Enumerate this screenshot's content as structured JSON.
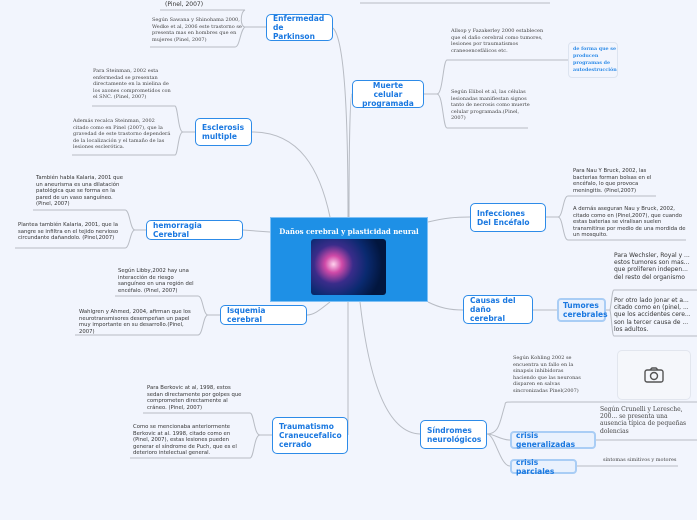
{
  "center": {
    "title": "Daños cerebral y plasticidad neural"
  },
  "branches": {
    "parkinson": {
      "label": "Enfermedad de Parkinson",
      "notes": [
        "(Pinel, 2007)",
        "Según Sawana y Shinohama 2000, Wedke et al, 2006 este trastorno se presenta mas en hombres que en mujeres (Pinel, 2007)"
      ]
    },
    "esclerosis": {
      "label": "Esclerosis multiple",
      "notes": [
        "Para Steinman, 2002 esta enfermedad se presentan directamente en la mielina de los axones comprometidos con el SNC. (Pinel, 2007)",
        "Además recalca Steinman, 2002 citado como en Pinel (2007), que la gravedad de este trastorno dependerá de la localización y el tamaño de las lesiones esclerótica."
      ]
    },
    "hemorragia": {
      "label": "hemorragia Cerebral",
      "notes": [
        "También habla Kalaria, 2001 que un aneurisma es una dilatación patológica que se forma en la pared de un vaso sanguíneo. (Pinel, 2007)",
        "Plantea también Kalaria, 2001, que la sangre se infiltra en el tejido nervioso circundante dañandolo. (Pinel,2007)"
      ]
    },
    "isquemia": {
      "label": "Isquemia cerebral",
      "notes": [
        "Según Libby,2002 hay una interacción de riesgo sanguíneo en una región del encéfalo. (Pinel, 2007)",
        "Wahlgren y Ahmed, 2004, afirman que los neurotransmisores desempeñan un papel muy importante en su desarrollo.(Pinel, 2007)"
      ]
    },
    "traumatismo": {
      "label": "Traumatismo Craneucefalico cerrado",
      "notes": [
        "Para Berkovic at al, 1998, estos sedan directamente por golpes que comprometen directamente al cráneo. (Pinel, 2007)",
        "Como se mencionaba anteriormente Berkovic at al. 1998, citado como en (Pinel, 2007), estas lesiones pueden generar el síndrome de Puch, que es el deterioro intelectual general."
      ]
    },
    "muerte": {
      "label": "Muerte celular programada",
      "notes": [
        "Allsop y Fazakerley 2000 establecen que el daño cerebral como tumores, lesiones por traumatismos craneoencefálicos etc.",
        "Según Elibol et al, las células lesionadas manifiestan signos tanto de necrosis como muerte celular programada.(Pinel, 2007)"
      ],
      "sub": "de forma que se producen programas de autodestrucción"
    },
    "infecciones": {
      "label": "Infecciones Del Encéfalo",
      "notes": [
        "Para Nau Y Bruck, 2002, las bacterias forman bolsas en el encéfalo, lo que provoca meningitis. (Pinel,2007)",
        "A demás aseguran Nau y Bruck, 2002, citado como en (Pinel,2007), que cuando estas baterias se viralisan suelen transmitirse por medio de una mordida de un mosquito."
      ]
    },
    "causas": {
      "label": "Causas del daño cerebral",
      "sub": "Tumores cerebrales",
      "notes": [
        "Para Wechsler, Royal y ... estos tumores son mas... que proliferen indepen... del resto del organismo",
        "Por otro lado Jonar et a... citado como en (pinel, ... que los accidentes cere... son la tercer causa de ... los adultos."
      ]
    },
    "sindromes": {
      "label": "Síndromes neurológicos",
      "note": "Según Kohling 2002 se encuentra un fallo en la sinapsis inhibidoras haciendo que las neuronas disparen en salvas sincronizadas Pinel(2007)",
      "image_icon": "camera-icon",
      "generalizadas": {
        "label": "crisis generalizadas",
        "note": "Según Crunelli y Leresche, 200... se presenta una ausencia típica de pequeñas dolencias"
      },
      "parciales": {
        "label": "crisis parciales",
        "note": "síntomas simitivos y motores"
      }
    }
  },
  "colors": {
    "node_border": "#2d8be8",
    "node_text": "#1a78e0",
    "center_bg": "#1e90e6",
    "background": "#f2f5fd",
    "link": "#b8bcc4"
  }
}
